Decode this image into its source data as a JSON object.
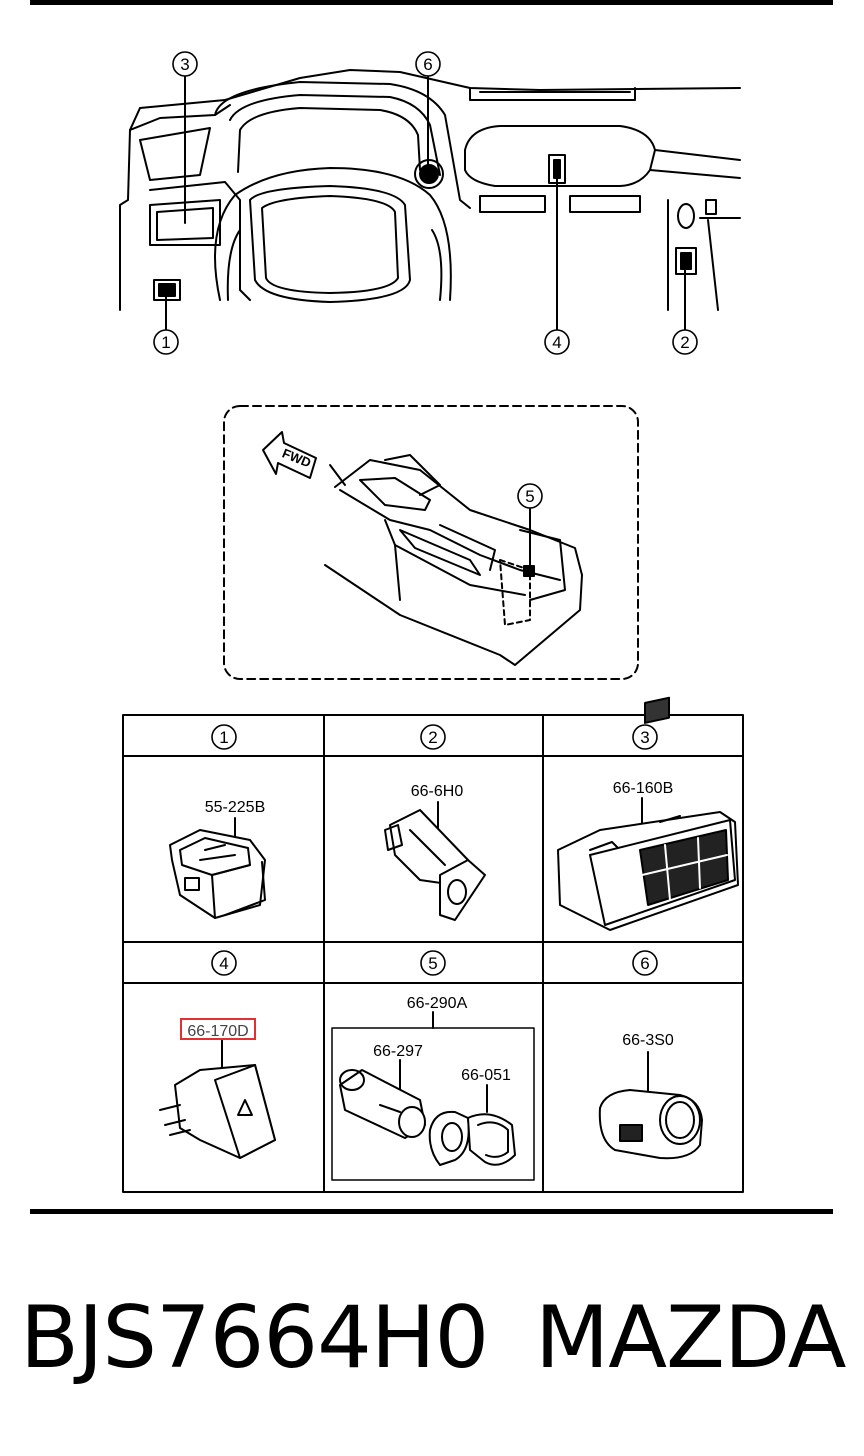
{
  "callouts": {
    "c1": "1",
    "c2": "2",
    "c3": "3",
    "c4": "4",
    "c5": "5",
    "c6": "6"
  },
  "fwd_label": "FWD",
  "table": {
    "headers": [
      "1",
      "2",
      "3",
      "4",
      "5",
      "6"
    ],
    "parts": {
      "p1": "55-225B",
      "p2": "66-6H0",
      "p3": "66-160B",
      "p4": "66-170D",
      "p5": "66-290A",
      "p5a": "66-297",
      "p5b": "66-051",
      "p6": "66-3S0"
    }
  },
  "highlight_color": "#e23030",
  "footer": {
    "part_number": "BJS7664H0",
    "brand": "MAZDA"
  }
}
